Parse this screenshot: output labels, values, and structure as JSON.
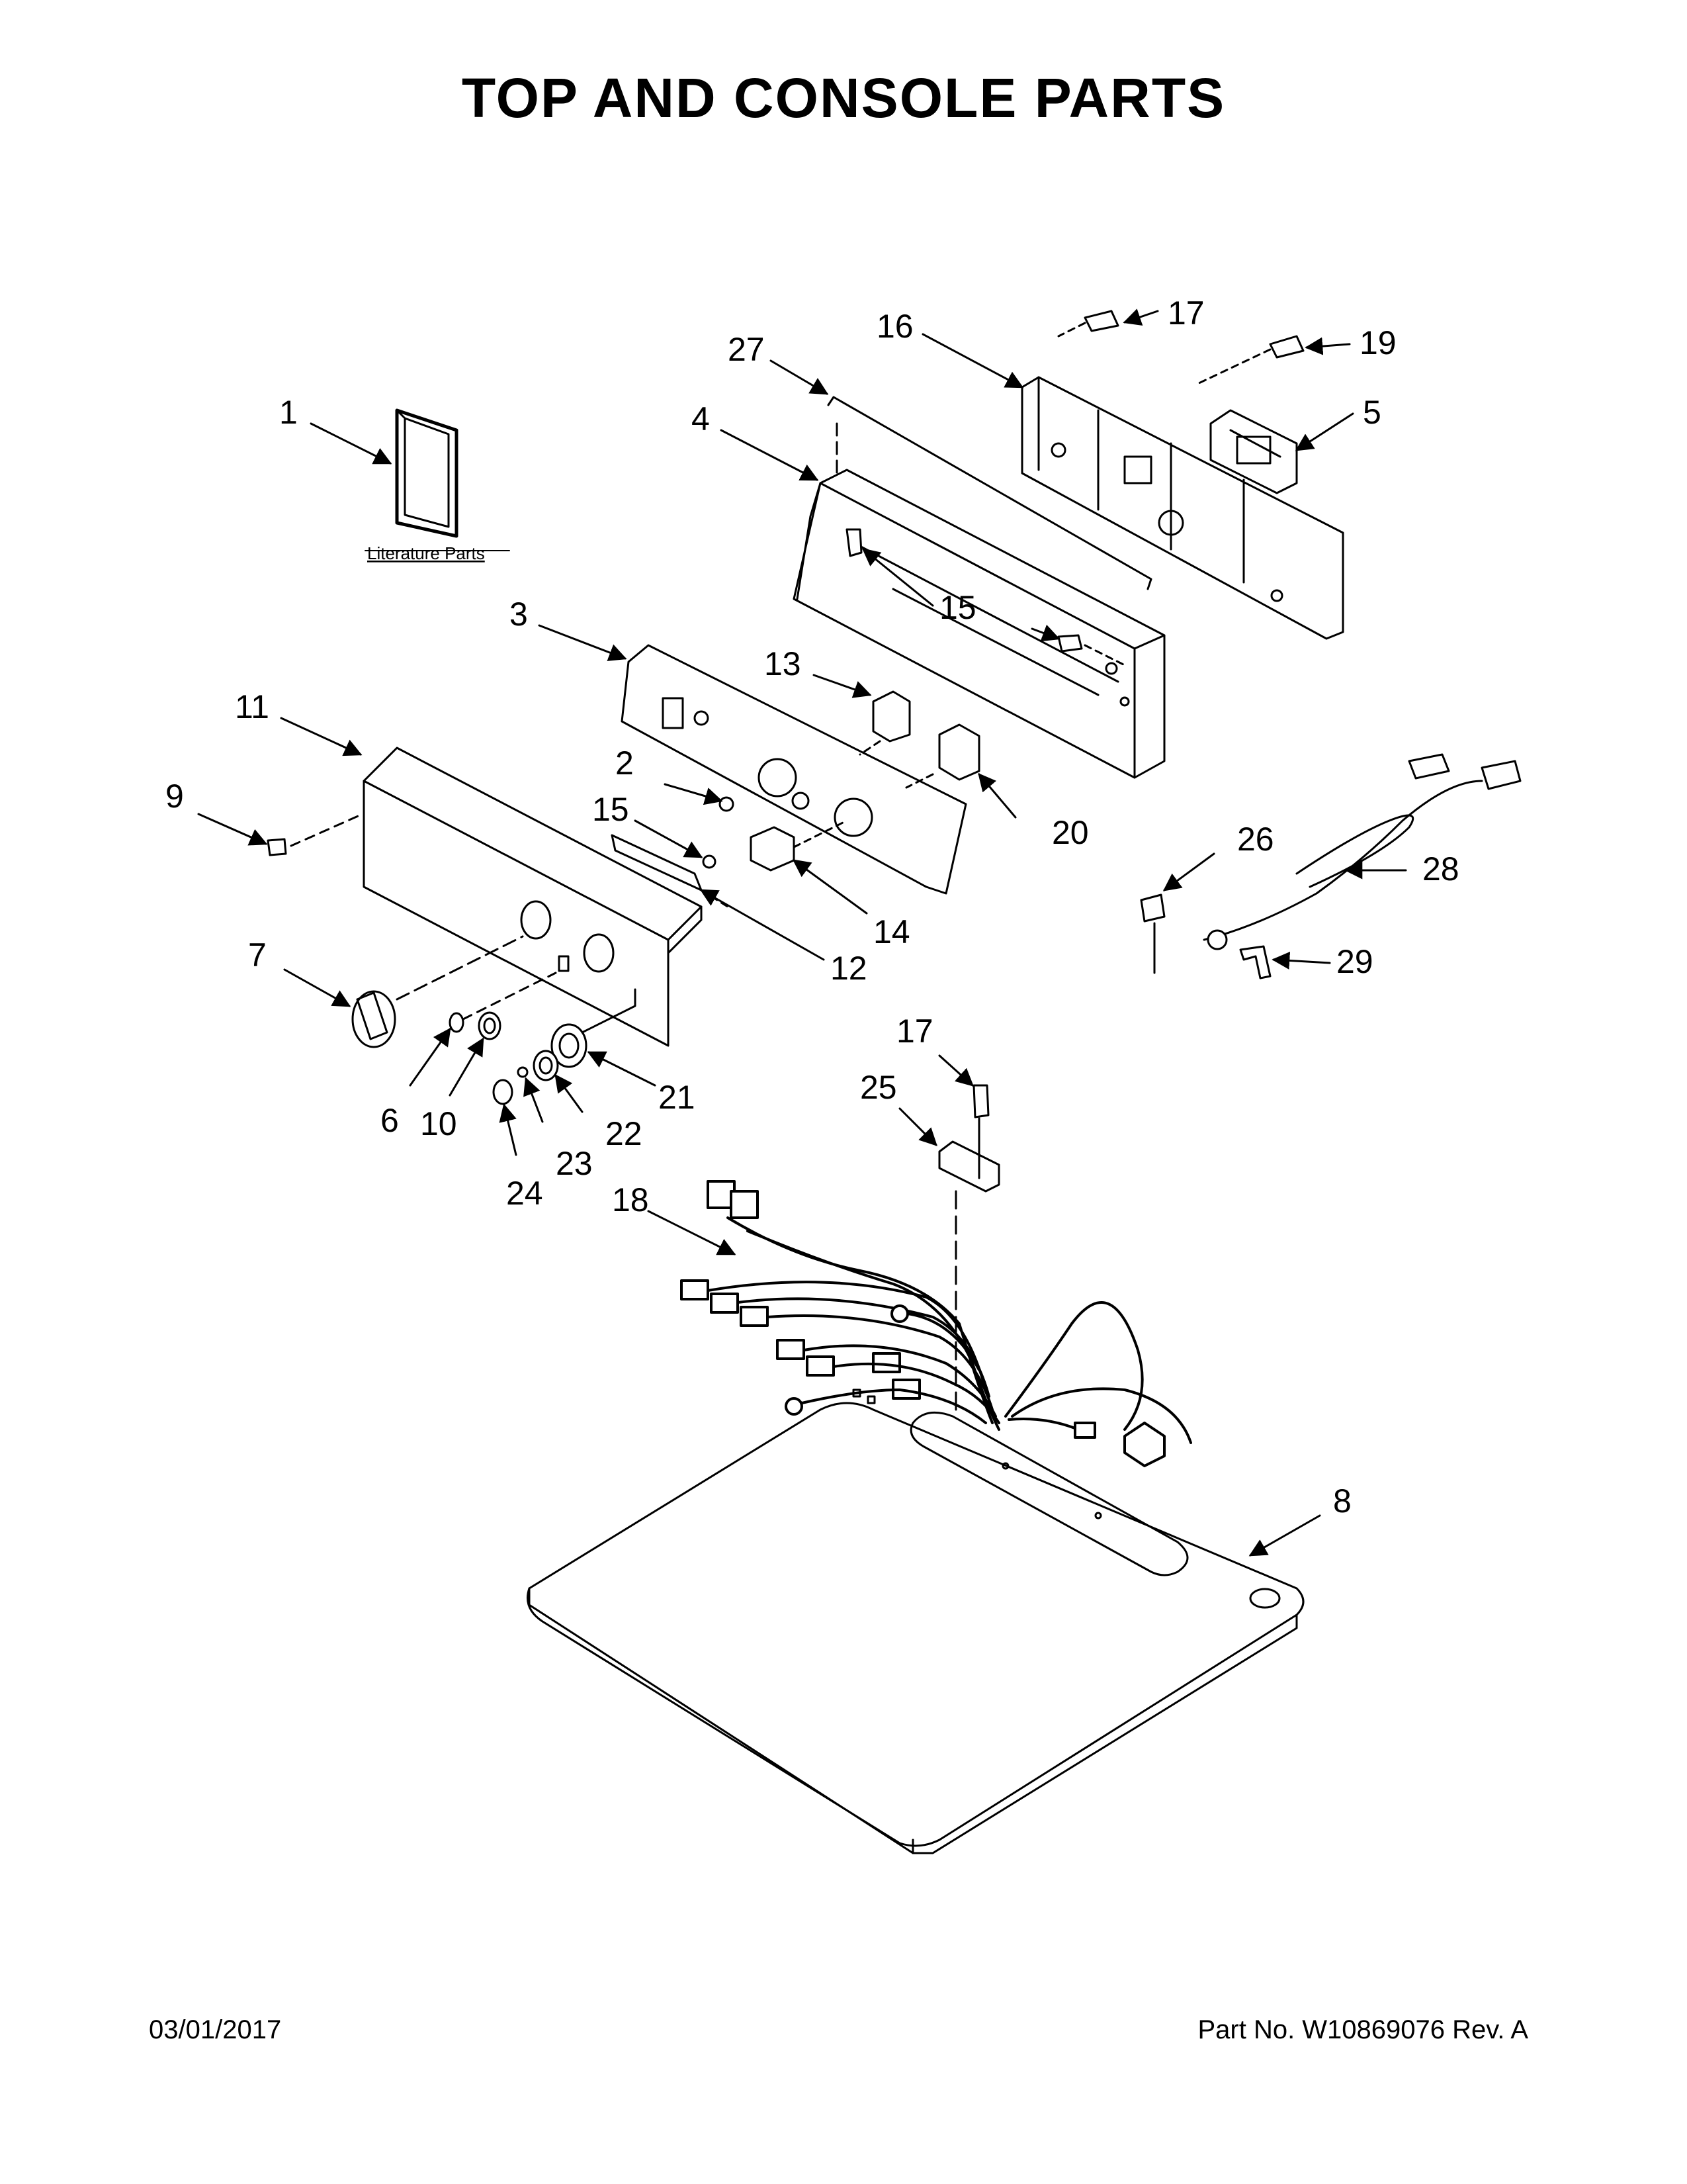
{
  "title": "TOP AND CONSOLE PARTS",
  "literature_label": "Literature Parts",
  "footer": {
    "date": "03/01/2017",
    "part_number": "Part No.  W10869076  Rev.  A"
  },
  "callouts": {
    "c1": "1",
    "c2": "2",
    "c3": "3",
    "c4": "4",
    "c5": "5",
    "c6": "6",
    "c7": "7",
    "c8": "8",
    "c9": "9",
    "c10": "10",
    "c11": "11",
    "c12": "12",
    "c13": "13",
    "c14": "14",
    "c15a": "15",
    "c15b": "15",
    "c16": "16",
    "c17a": "17",
    "c17b": "17",
    "c18": "18",
    "c19": "19",
    "c20": "20",
    "c21": "21",
    "c22": "22",
    "c23": "23",
    "c24": "24",
    "c25": "25",
    "c26": "26",
    "c27": "27",
    "c28": "28",
    "c29": "29"
  }
}
